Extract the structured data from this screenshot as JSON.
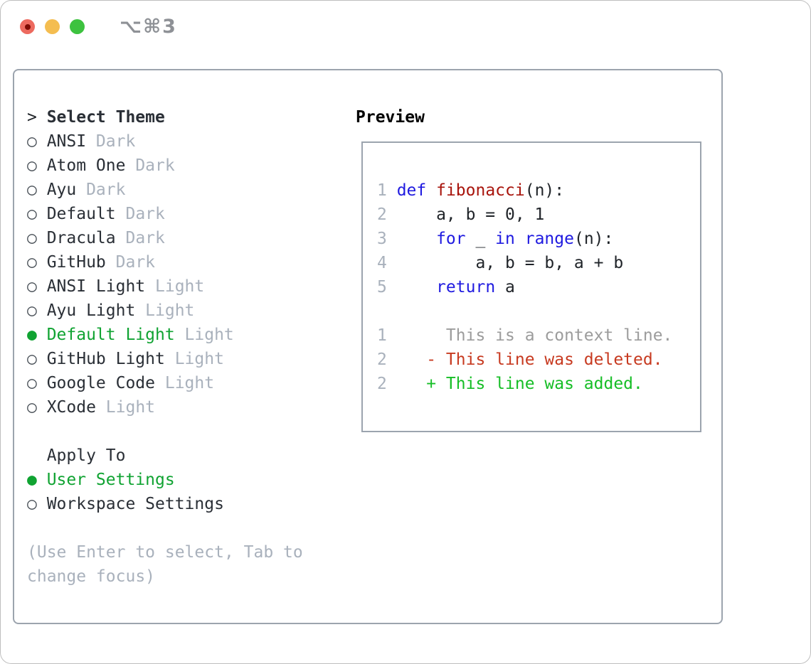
{
  "window": {
    "shortcut": "⌥⌘3",
    "traffic_lights": [
      {
        "icon": "close-icon",
        "color": "#ED6A5F",
        "dot_color": "#7E0B04"
      },
      {
        "icon": "minimize-icon",
        "color": "#F4BD50"
      },
      {
        "icon": "zoom-icon",
        "color": "#3DC23F"
      }
    ]
  },
  "markers": {
    "focus": ">",
    "unselected": "○",
    "selected": "●"
  },
  "colors": {
    "selected_green": "#10A332",
    "tag_gray": "#A9B1BC",
    "hint_gray": "#A9B1BC",
    "text": "#1F2328",
    "border_gray": "#9CA4AE",
    "keyword_blue": "#1F1AE0",
    "function_red": "#A8140C",
    "diff_deleted_red": "#C73A20",
    "diff_added_green": "#16BE26",
    "diff_context_gray": "#9C9C9C",
    "line_number_gray": "#A9B1BC"
  },
  "theme_picker": {
    "title_marker": ">",
    "title": "Select Theme",
    "themes": [
      {
        "name": "ANSI",
        "tag": "Dark",
        "selected": false
      },
      {
        "name": "Atom One",
        "tag": "Dark",
        "selected": false
      },
      {
        "name": "Ayu",
        "tag": "Dark",
        "selected": false
      },
      {
        "name": "Default",
        "tag": "Dark",
        "selected": false
      },
      {
        "name": "Dracula",
        "tag": "Dark",
        "selected": false
      },
      {
        "name": "GitHub",
        "tag": "Dark",
        "selected": false
      },
      {
        "name": "ANSI Light",
        "tag": "Light",
        "selected": false
      },
      {
        "name": "Ayu Light",
        "tag": "Light",
        "selected": false
      },
      {
        "name": "Default Light",
        "tag": "Light",
        "selected": true
      },
      {
        "name": "GitHub Light",
        "tag": "Light",
        "selected": false
      },
      {
        "name": "Google Code",
        "tag": "Light",
        "selected": false
      },
      {
        "name": "XCode",
        "tag": "Light",
        "selected": false
      }
    ],
    "apply_to": {
      "title": "Apply To",
      "options": [
        {
          "name": "User Settings",
          "selected": true
        },
        {
          "name": "Workspace Settings",
          "selected": false
        }
      ]
    },
    "hint_lines": [
      "(Use Enter to select, Tab to",
      "change focus)"
    ]
  },
  "preview": {
    "title": "Preview",
    "code_lines": [
      {
        "num": "1",
        "tokens": [
          {
            "t": "def",
            "c": "k"
          },
          {
            "t": " ",
            "c": "p"
          },
          {
            "t": "fibonacci",
            "c": "f"
          },
          {
            "t": "(n):",
            "c": "p"
          }
        ]
      },
      {
        "num": "2",
        "tokens": [
          {
            "t": "    a, b = 0, 1",
            "c": "p"
          }
        ]
      },
      {
        "num": "3",
        "tokens": [
          {
            "t": "    ",
            "c": "p"
          },
          {
            "t": "for",
            "c": "k"
          },
          {
            "t": " _ ",
            "c": "p"
          },
          {
            "t": "in",
            "c": "k"
          },
          {
            "t": " ",
            "c": "p"
          },
          {
            "t": "range",
            "c": "k"
          },
          {
            "t": "(n):",
            "c": "p"
          }
        ]
      },
      {
        "num": "4",
        "tokens": [
          {
            "t": "        a, b = b, a + b",
            "c": "p"
          }
        ]
      },
      {
        "num": "5",
        "tokens": [
          {
            "t": "    ",
            "c": "p"
          },
          {
            "t": "return",
            "c": "k"
          },
          {
            "t": " a",
            "c": "p"
          }
        ]
      }
    ],
    "diff_lines": [
      {
        "num": "1",
        "tokens": [
          {
            "t": "     This is a context line.",
            "c": "ctx"
          }
        ]
      },
      {
        "num": "2",
        "tokens": [
          {
            "t": "   ",
            "c": "p"
          },
          {
            "t": "- This line was deleted.",
            "c": "del"
          }
        ]
      },
      {
        "num": "2",
        "tokens": [
          {
            "t": "   ",
            "c": "p"
          },
          {
            "t": "+ This line was added.",
            "c": "add"
          }
        ]
      }
    ]
  }
}
